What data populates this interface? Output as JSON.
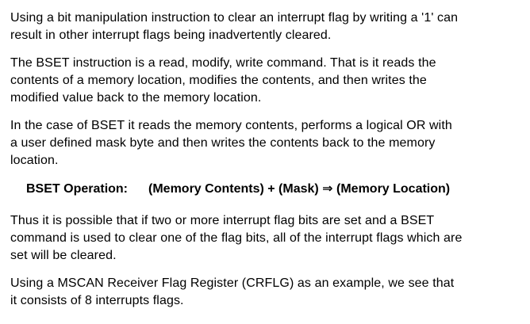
{
  "page": {
    "background_color": "#ffffff",
    "text_color": "#000000"
  },
  "content": {
    "paragraphs_top": [
      {
        "lines": [
          "Using a bit manipulation instruction to clear an interrupt flag by writing a '1' can",
          "result in other interrupt flags being inadvertently cleared."
        ]
      },
      {
        "lines": [
          "The BSET instruction is a read, modify, write command. That is it reads the",
          "contents of a memory location, modifies the contents, and then writes the",
          "modified value back to the memory location."
        ]
      },
      {
        "lines": [
          "In the case of BSET it reads the memory contents, performs a logical OR with",
          "a user defined mask byte and then writes the contents back to the memory",
          "location."
        ]
      }
    ],
    "operation": {
      "label": "BSET Operation:",
      "formula": "(Memory Contents) + (Mask) ⇒ (Memory Location)"
    },
    "paragraphs_bottom": [
      {
        "lines": [
          "Thus it is possible that if two or more interrupt flag bits are set and a BSET",
          "command is used to clear one of the flag bits, all of the interrupt flags which are",
          "set will be cleared."
        ]
      },
      {
        "lines": [
          "Using a MSCAN Receiver Flag Register (CRFLG) as an example, we see that",
          "it consists of 8 interrupts flags."
        ]
      }
    ]
  }
}
